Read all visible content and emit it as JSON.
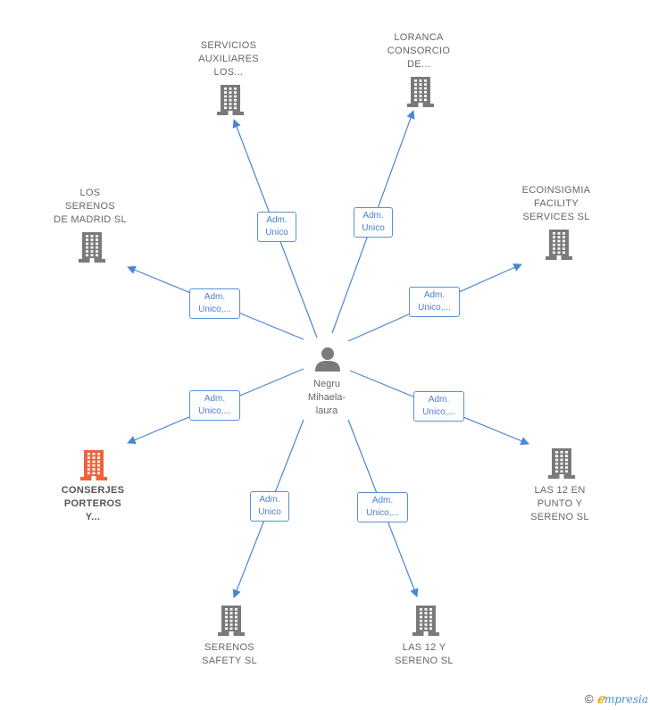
{
  "center": {
    "name": "Negru\nMihaela-\nlaura",
    "icon": "person-icon"
  },
  "nodes": [
    {
      "id": "servicios",
      "label": "SERVICIOS\nAUXILIARES\nLOS...",
      "edge": "Adm.\nUnico",
      "highlight": false,
      "icon": "building-icon"
    },
    {
      "id": "loranca",
      "label": "LORANCA\nCONSORCIO\nDE...",
      "edge": "Adm.\nUnico",
      "highlight": false,
      "icon": "building-icon"
    },
    {
      "id": "ecoinsigmia",
      "label": "ECOINSIGMIA\nFACILITY\nSERVICES  SL",
      "edge": "Adm.\nUnico,...",
      "highlight": false,
      "icon": "building-icon"
    },
    {
      "id": "las12punto",
      "label": "LAS 12 EN\nPUNTO Y\nSERENO  SL",
      "edge": "Adm.\nUnico,...",
      "highlight": false,
      "icon": "building-icon"
    },
    {
      "id": "las12sereno",
      "label": "LAS 12 Y\nSERENO  SL",
      "edge": "Adm.\nUnico,...",
      "highlight": false,
      "icon": "building-icon"
    },
    {
      "id": "serenos",
      "label": "SERENOS\nSAFETY  SL",
      "edge": "Adm.\nUnico",
      "highlight": false,
      "icon": "building-icon"
    },
    {
      "id": "conserjes",
      "label": "CONSERJES\nPORTEROS\nY...",
      "edge": "Adm.\nUnico,...",
      "highlight": true,
      "icon": "building-icon"
    },
    {
      "id": "losserenos",
      "label": "LOS\nSERENOS\nDE MADRID  SL",
      "edge": "Adm.\nUnico,...",
      "highlight": false,
      "icon": "building-icon"
    }
  ],
  "colors": {
    "edge": "#4a86d4",
    "building": "#7a7a7a",
    "highlight": "#f0643c",
    "person": "#7a7a7a"
  },
  "footer": {
    "copyright": "©",
    "brand_first": "ℯ",
    "brand_rest": "mpresia"
  }
}
